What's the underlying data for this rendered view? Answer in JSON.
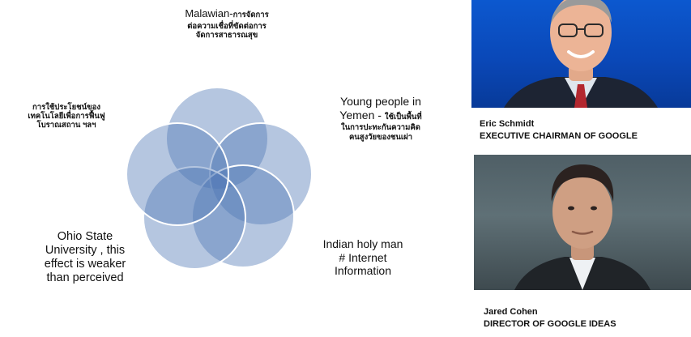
{
  "venn": {
    "circle_fill": "#4f78b6",
    "circle_stroke": "#ffffff",
    "labels": {
      "top": {
        "main": "Malawian-",
        "thai_inline": "การจัดการ",
        "thai_line2": "ต่อความเชื่อที่ขัดต่อการ",
        "thai_line3": "จัดการสาธารณสุข"
      },
      "left": {
        "thai_line1": "การใช้ประโยชน์ของ",
        "thai_line2": "เทคโนโลยีเพื่อการฟื้นฟู",
        "thai_line3": "โบราณสถาน ฯลฯ"
      },
      "right": {
        "main_line1": "Young people in",
        "main_line2": "Yemen - ",
        "thai_inline": "ใช้เป็นพื้นที่",
        "thai_line3": "ในการปะทะกันความคิด",
        "thai_line4": "คนสูงวัยของชนเผ่า"
      },
      "bottom_left": {
        "line1": "Ohio State",
        "line2": "University , this",
        "line3": "effect is weaker",
        "line4": "than perceived"
      },
      "bottom_right": {
        "line1": "Indian holy man",
        "line2": "# Internet",
        "line3": "Information"
      }
    }
  },
  "people": [
    {
      "name": "Eric Schmidt",
      "title": "EXECUTIVE  CHAIRMAN OF GOOGLE",
      "photo_background": "#0a4fc4"
    },
    {
      "name": "Jared Cohen",
      "title": "DIRECTOR OF GOOGLE IDEAS",
      "photo_background": "#56666c"
    }
  ]
}
